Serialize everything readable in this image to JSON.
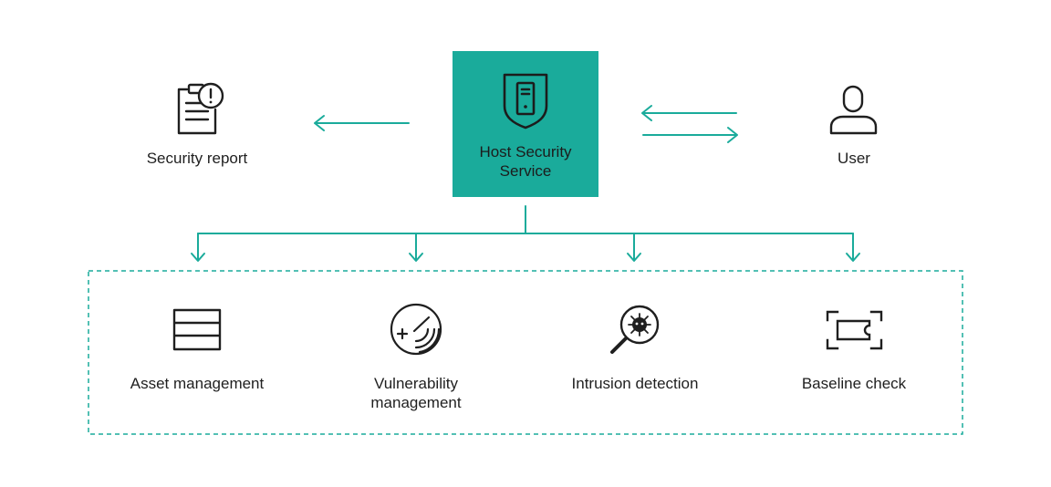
{
  "colors": {
    "accent": "#1aab9b",
    "ink": "#1f1f1f",
    "hub_text": "#1c1c1c"
  },
  "hub": {
    "label": "Host Security Service",
    "icon": "shield-server-icon"
  },
  "left_node": {
    "label": "Security report",
    "icon": "clipboard-alert-icon"
  },
  "right_node": {
    "label": "User",
    "icon": "user-icon"
  },
  "features": [
    {
      "label": "Asset management",
      "icon": "list-icon"
    },
    {
      "label": "Vulnerability management",
      "icon": "radar-icon"
    },
    {
      "label": "Intrusion detection",
      "icon": "magnifier-bug-icon"
    },
    {
      "label": "Baseline check",
      "icon": "scan-frame-icon"
    }
  ]
}
